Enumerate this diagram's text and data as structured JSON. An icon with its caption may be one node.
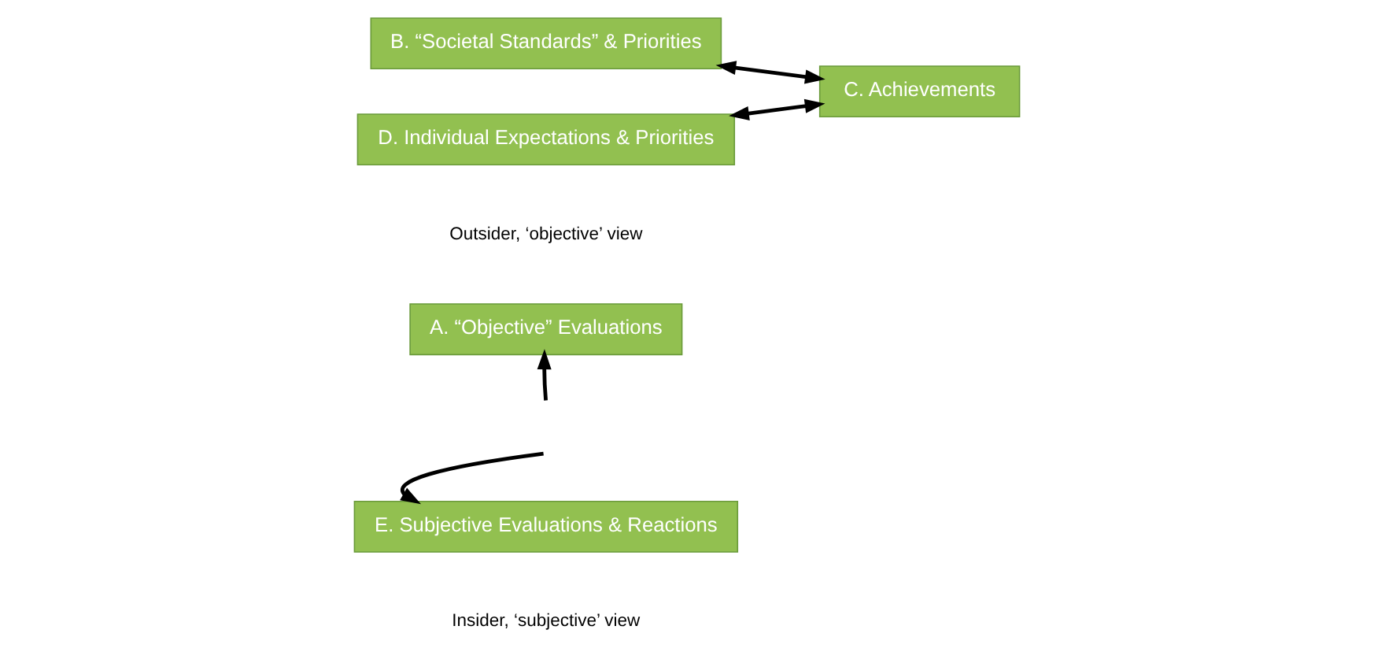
{
  "diagram": {
    "nodes": [
      {
        "text": [
          "A. “Objective” Evaluations"
        ]
      },
      {
        "text": [
          "B. “Societal Standards” & Priorities"
        ]
      },
      {
        "text": [
          "C. Achievements"
        ]
      },
      {
        "text": [
          "D. Individual Expectations & Priorities"
        ]
      },
      {
        "text": [
          "E. Subjective Evaluations & Reactions"
        ]
      }
    ],
    "edges": [
      {
        "from": 1,
        "to": 2,
        "arrow": "both"
      },
      {
        "from": null,
        "to": 0,
        "arrow": "to"
      },
      {
        "from": 3,
        "to": 2,
        "arrow": "both"
      },
      {
        "from": null,
        "to": 4,
        "arrow": "to"
      }
    ],
    "labels": [
      "Outsider, ‘objective’ view",
      "Insider, ‘subjective’ view"
    ]
  }
}
